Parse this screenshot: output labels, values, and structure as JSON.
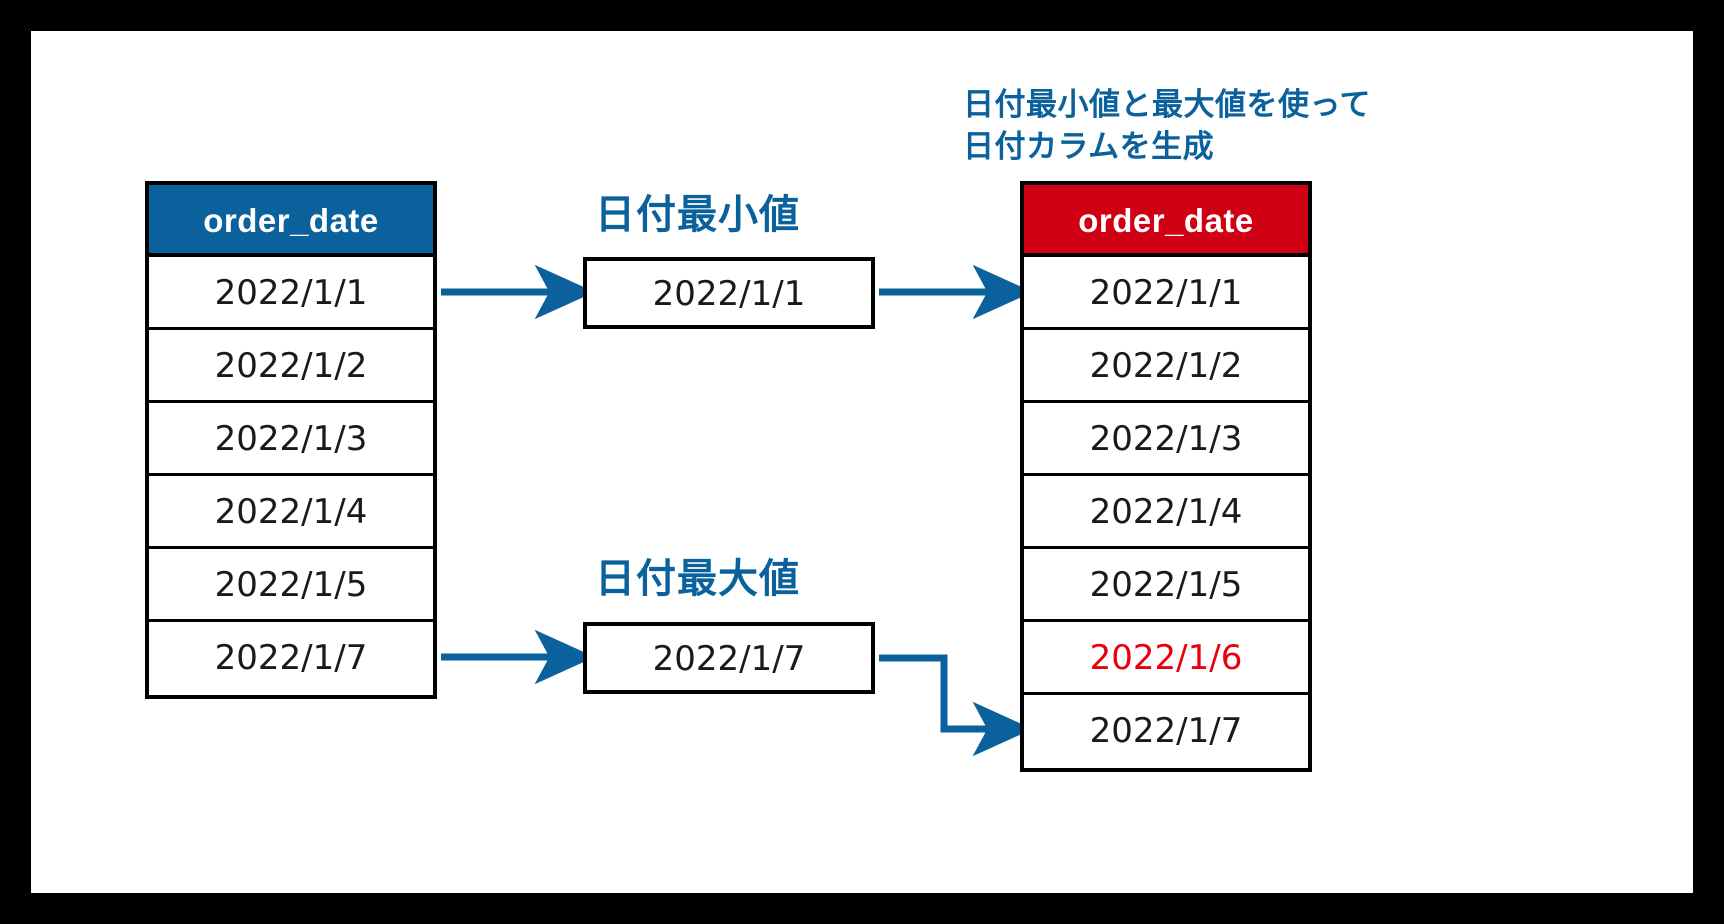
{
  "diagram": {
    "title_note": "日付最小値と最大値を使って日付カラムを生成",
    "accent_blue": "#0b619b",
    "accent_red": "#d00014",
    "highlight_red_text": "#e8000d",
    "background": "#ffffff",
    "frame": "#000000"
  },
  "source_table": {
    "header": "order_date",
    "header_color": "#0b619b",
    "rows": [
      "2022/1/1",
      "2022/1/2",
      "2022/1/3",
      "2022/1/4",
      "2022/1/5",
      "2022/1/7"
    ]
  },
  "min_group": {
    "label": "日付最小値",
    "value": "2022/1/1"
  },
  "max_group": {
    "label": "日付最大値",
    "value": "2022/1/7"
  },
  "result_table": {
    "note_line1": "日付最小値と最大値を使って",
    "note_line2": "日付カラムを生成",
    "header": "order_date",
    "header_color": "#d00014",
    "rows": [
      {
        "value": "2022/1/1",
        "generated": false
      },
      {
        "value": "2022/1/2",
        "generated": false
      },
      {
        "value": "2022/1/3",
        "generated": false
      },
      {
        "value": "2022/1/4",
        "generated": false
      },
      {
        "value": "2022/1/5",
        "generated": false
      },
      {
        "value": "2022/1/6",
        "generated": true
      },
      {
        "value": "2022/1/7",
        "generated": false
      }
    ]
  },
  "arrows": [
    {
      "name": "source-to-min",
      "from": "source_table.row1",
      "to": "min_group.value"
    },
    {
      "name": "min-to-result",
      "from": "min_group.value",
      "to": "result_table.row1"
    },
    {
      "name": "source-to-max",
      "from": "source_table.row6",
      "to": "max_group.value"
    },
    {
      "name": "max-to-result",
      "from": "max_group.value",
      "to": "result_table.row7"
    }
  ]
}
